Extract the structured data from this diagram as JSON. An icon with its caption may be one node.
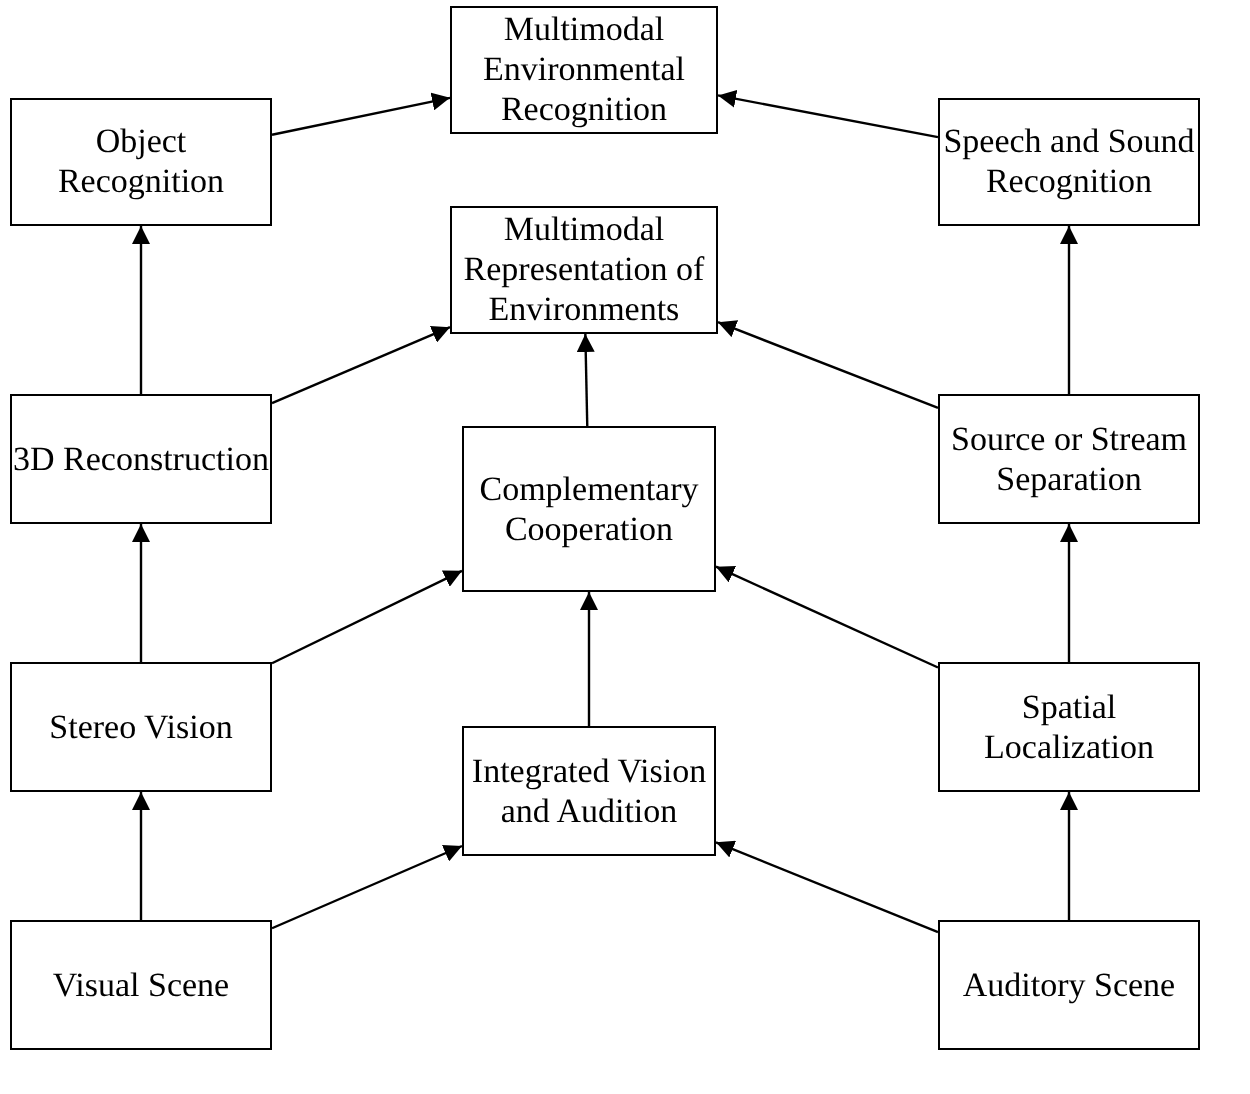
{
  "diagram": {
    "nodes": [
      {
        "text": [
          "Multimodal Environmental Recognition"
        ]
      },
      {
        "text": [
          "Object Recognition"
        ]
      },
      {
        "text": [
          "Speech and Sound Recognition"
        ]
      },
      {
        "text": [
          "Multimodal Representation of Environments"
        ]
      },
      {
        "text": [
          "3D Reconstruction"
        ]
      },
      {
        "text": [
          "Source or Stream Separation"
        ]
      },
      {
        "text": [
          "Complementary Cooperation"
        ]
      },
      {
        "text": [
          "Stereo Vision"
        ]
      },
      {
        "text": [
          "Spatial Localization"
        ]
      },
      {
        "text": [
          "Integrated Vision and Audition"
        ]
      },
      {
        "text": [
          "Visual Scene"
        ]
      },
      {
        "text": [
          "Auditory Scene"
        ]
      }
    ],
    "edges": [
      {
        "from": 10,
        "to": 7,
        "arrow": "to"
      },
      {
        "from": 7,
        "to": 4,
        "arrow": "to"
      },
      {
        "from": 4,
        "to": 1,
        "arrow": "to"
      },
      {
        "from": 1,
        "to": 0,
        "arrow": "to"
      },
      {
        "from": 10,
        "to": 9,
        "arrow": "to"
      },
      {
        "from": 11,
        "to": 9,
        "arrow": "to"
      },
      {
        "from": 11,
        "to": 8,
        "arrow": "to"
      },
      {
        "from": 8,
        "to": 5,
        "arrow": "to"
      },
      {
        "from": 5,
        "to": 2,
        "arrow": "to"
      },
      {
        "from": 2,
        "to": 0,
        "arrow": "to"
      },
      {
        "from": 9,
        "to": 6,
        "arrow": "to"
      },
      {
        "from": 7,
        "to": 6,
        "arrow": "to"
      },
      {
        "from": 8,
        "to": 6,
        "arrow": "to"
      },
      {
        "from": 6,
        "to": 3,
        "arrow": "to"
      },
      {
        "from": 4,
        "to": 3,
        "arrow": "to"
      },
      {
        "from": 5,
        "to": 3,
        "arrow": "to"
      }
    ]
  }
}
